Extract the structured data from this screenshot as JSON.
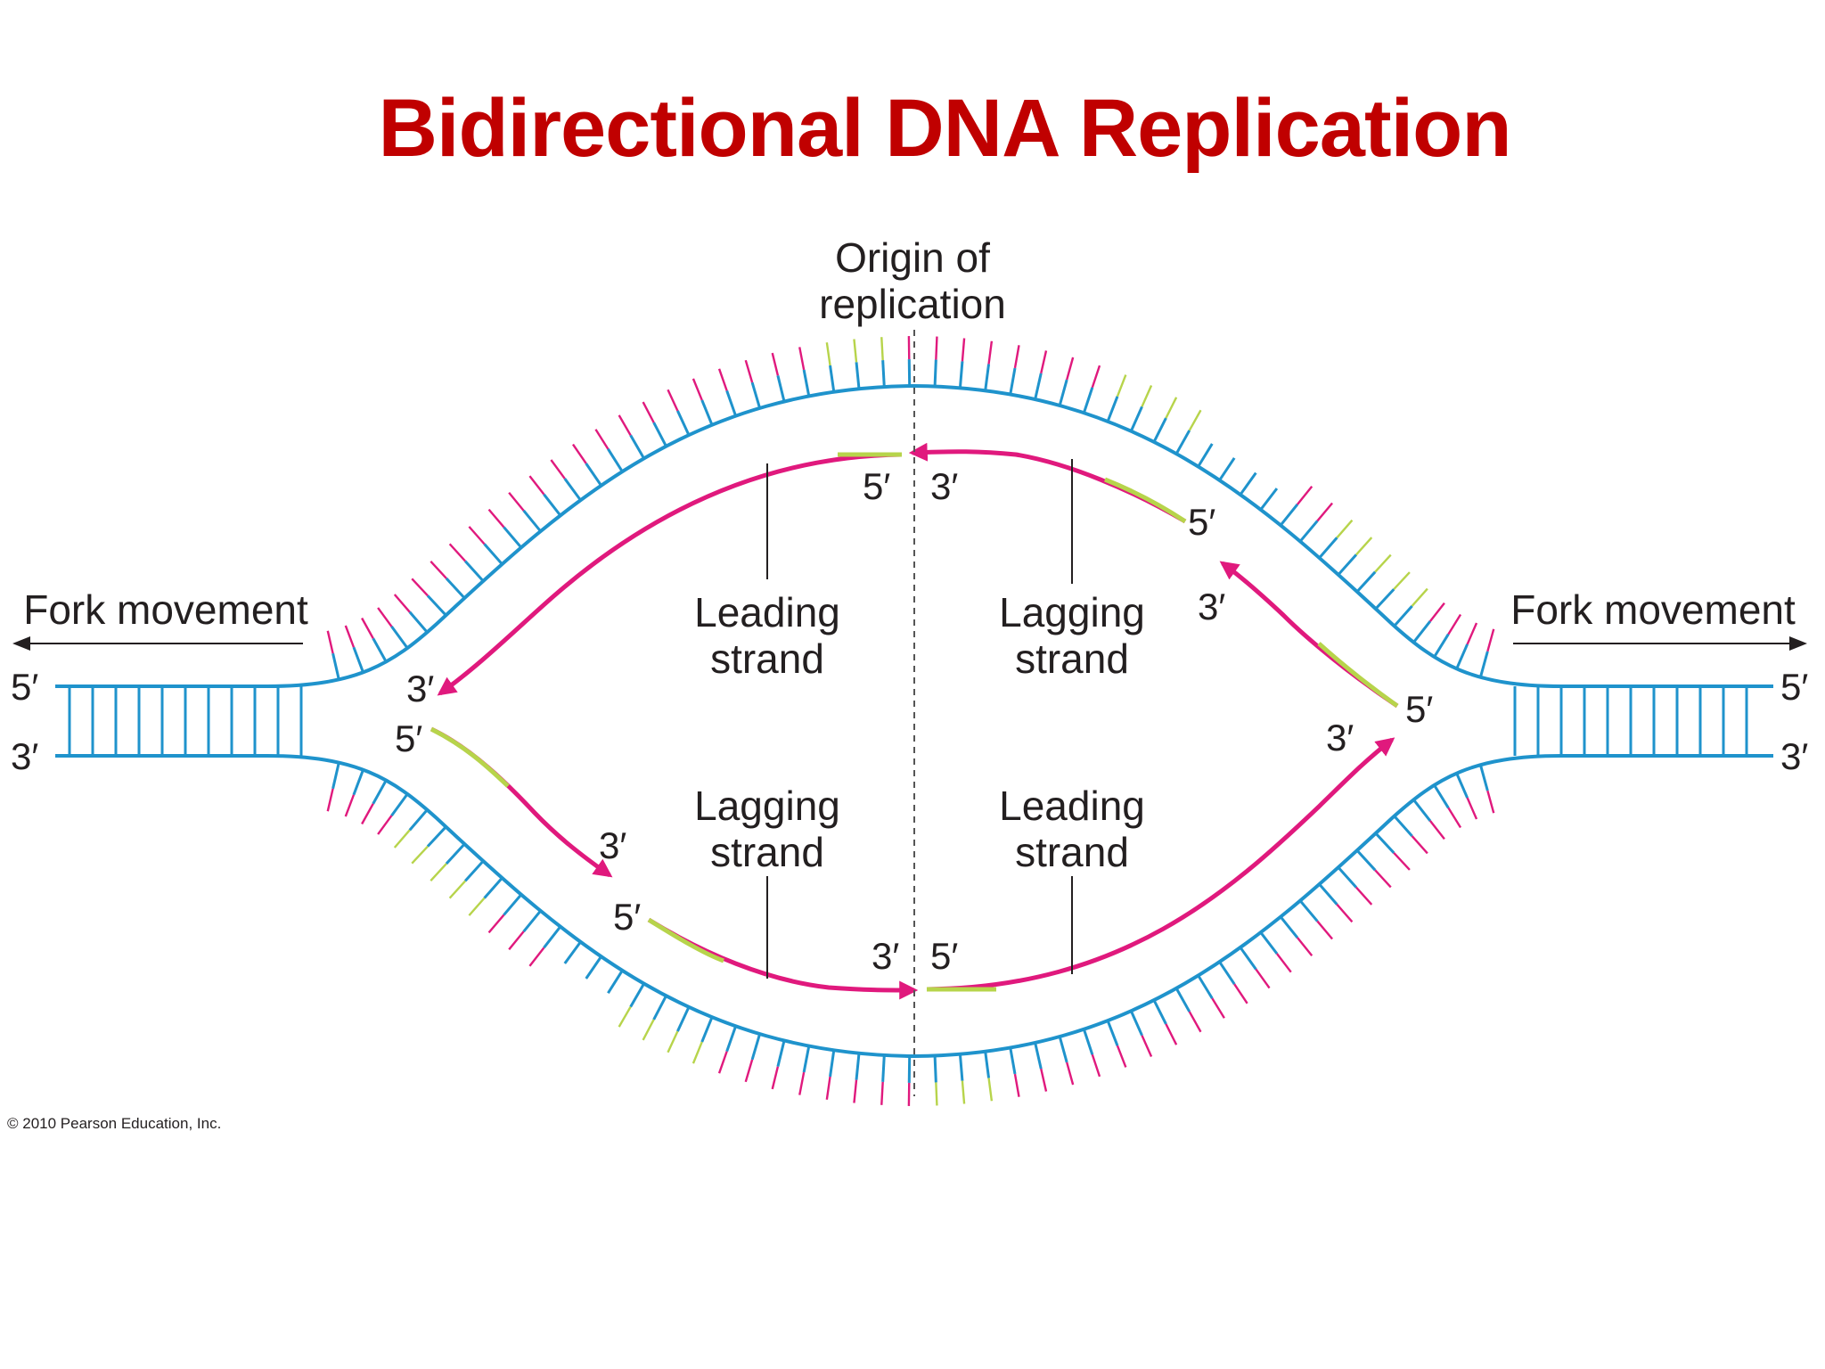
{
  "title": "Bidirectional DNA Replication",
  "colors": {
    "title": "#c00000",
    "parental_strand": "#1f93cc",
    "new_strand": "#e0197d",
    "primer": "#b7d44b",
    "text": "#231f20"
  },
  "labels": {
    "origin_line1": "Origin of",
    "origin_line2": "replication",
    "fork_left": "Fork movement",
    "fork_right": "Fork movement",
    "leading_top_line1": "Leading",
    "leading_top_line2": "strand",
    "lagging_top_line1": "Lagging",
    "lagging_top_line2": "strand",
    "lagging_bottom_line1": "Lagging",
    "lagging_bottom_line2": "strand",
    "leading_bottom_line1": "Leading",
    "leading_bottom_line2": "strand"
  },
  "ends": {
    "left_top": "5′",
    "left_bottom": "3′",
    "right_top": "5′",
    "right_bottom": "3′",
    "bubble_left_3": "3′",
    "bubble_left_5": "5′",
    "okazaki_left_3": "3′",
    "okazaki_left_5": "5′",
    "bottom_center_3": "3′",
    "bottom_center_5": "5′",
    "top_center_5": "5′",
    "top_center_3": "3′",
    "top_right_5": "5′",
    "okazaki_right_3": "3′",
    "okazaki_right_5": "5′",
    "bubble_right_3": "3′"
  },
  "copyright": "© 2010 Pearson Education, Inc."
}
